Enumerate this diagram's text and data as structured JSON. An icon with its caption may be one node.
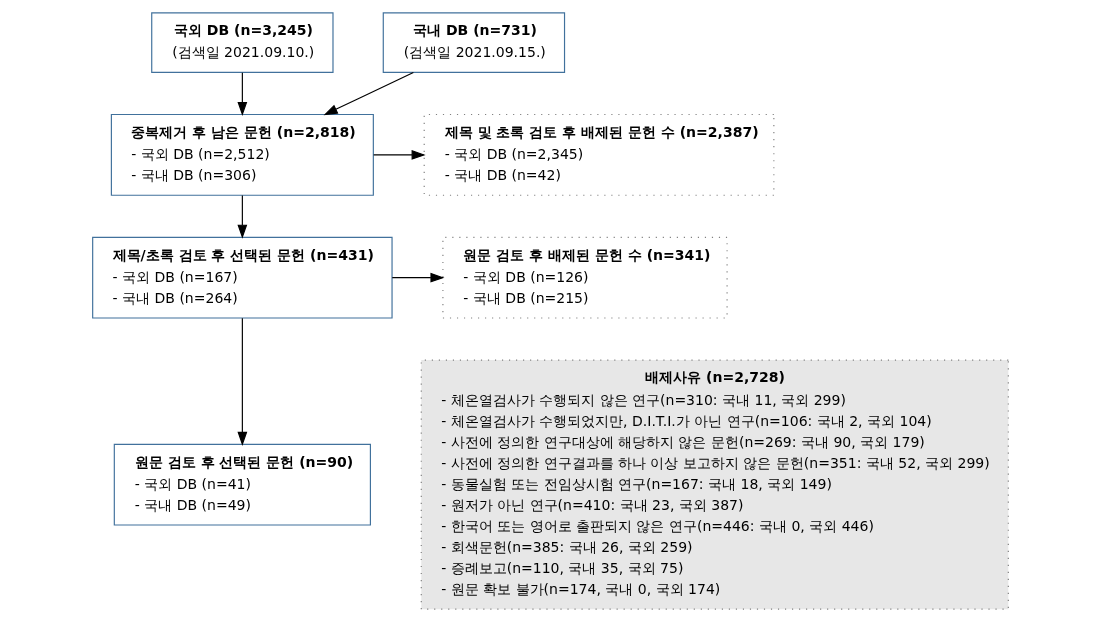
{
  "diagram": {
    "nodes": [
      {
        "text": [
          "국외 DB (n=3,245)",
          "(검색일 2021.09.10.)"
        ]
      },
      {
        "text": [
          "국내 DB (n=731)",
          "(검색일 2021.09.15.)"
        ]
      },
      {
        "text": [
          "중복제거 후 남은 문헌 (n=2,818)",
          "- 국외 DB (n=2,512)",
          "- 국내 DB (n=306)"
        ]
      },
      {
        "text": [
          "제목 및 초록 검토 후 배제된 문헌 수 (n=2,387)",
          "- 국외 DB (n=2,345)",
          "- 국내 DB (n=42)"
        ]
      },
      {
        "text": [
          "제목/초록 검토 후 선택된 문헌 (n=431)",
          "- 국외 DB (n=167)",
          "- 국내 DB (n=264)"
        ]
      },
      {
        "text": [
          "원문 검토 후 배제된 문헌 수 (n=341)",
          "- 국외 DB (n=126)",
          "- 국내 DB (n=215)"
        ]
      },
      {
        "text": [
          "원문 검토 후 선택된 문헌 (n=90)",
          "- 국외 DB (n=41)",
          "- 국내 DB (n=49)"
        ]
      },
      {
        "text": [
          "배제사유 (n=2,728)",
          "- 체온열검사가 수행되지 않은 연구(n=310: 국내 11, 국외 299)",
          "- 체온열검사가 수행되었지만, D.I.T.I.가 아닌 연구(n=106: 국내 2, 국외 104)",
          "- 사전에 정의한 연구대상에 해당하지 않은 문헌(n=269: 국내 90, 국외 179)",
          "- 사전에 정의한 연구결과를 하나 이상 보고하지 않은 문헌(n=351: 국내 52, 국외 299)",
          "- 동물실험 또는 전임상시험 연구(n=167: 국내 18, 국외 149)",
          "- 원저가 아닌 연구(n=410: 국내 23, 국외 387)",
          "- 한국어 또는 영어로 출판되지 않은 연구(n=446: 국내 0, 국외 446)",
          "- 회색문헌(n=385: 국내 26, 국외 259)",
          "- 증례보고(n=110, 국내 35, 국외 75)",
          "- 원문 확보 불가(n=174, 국내 0, 국외 174)"
        ]
      }
    ],
    "edges": [
      {
        "from": 0,
        "to": 2,
        "arrow": "to"
      },
      {
        "from": 1,
        "to": 2,
        "arrow": "to"
      },
      {
        "from": 2,
        "to": 3,
        "arrow": "to"
      },
      {
        "from": 2,
        "to": 4,
        "arrow": "to"
      },
      {
        "from": 4,
        "to": 5,
        "arrow": "to"
      },
      {
        "from": 4,
        "to": 6,
        "arrow": "to"
      }
    ]
  }
}
